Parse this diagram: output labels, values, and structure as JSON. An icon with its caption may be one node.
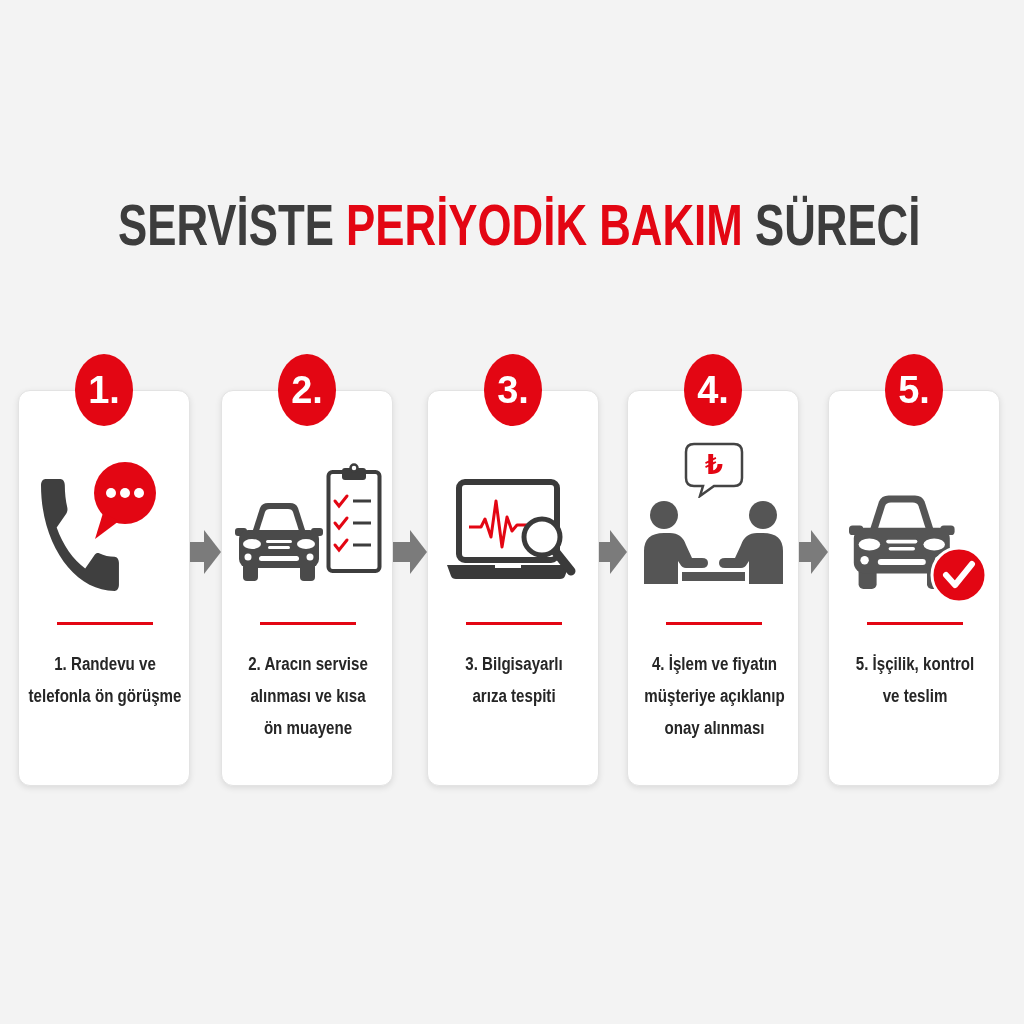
{
  "diagram": {
    "title": "SERVİSTE **PERİYODİK BAKIM** SÜRECİ",
    "nodes": [
      {
        "text": [
          "1."
        ]
      },
      {
        "text": [
          "1. Randevu ve telefonla ön görüşme"
        ]
      },
      {
        "text": [
          "2."
        ]
      },
      {
        "text": [
          "2. Aracın servise alınması ve kısa ön muayene"
        ]
      },
      {
        "text": [
          "3."
        ]
      },
      {
        "text": [
          "3. Bilgisayarlı arıza tespiti"
        ]
      },
      {
        "text": [
          "4."
        ]
      },
      {
        "text": [
          "4. İşlem ve fiyatın müşteriye açıklanıp onay alınması"
        ]
      },
      {
        "text": [
          "₺"
        ],
        "in": 7
      },
      {
        "text": [
          "5."
        ]
      },
      {
        "text": [
          "5. İşçilik, kontrol ve teslim"
        ]
      }
    ],
    "edges": [
      {
        "from": 1,
        "to": 3,
        "arrow": "to"
      },
      {
        "from": 3,
        "to": 5,
        "arrow": "to"
      },
      {
        "from": 5,
        "to": 7,
        "arrow": "to"
      },
      {
        "from": 7,
        "to": 10,
        "arrow": "to"
      }
    ]
  }
}
